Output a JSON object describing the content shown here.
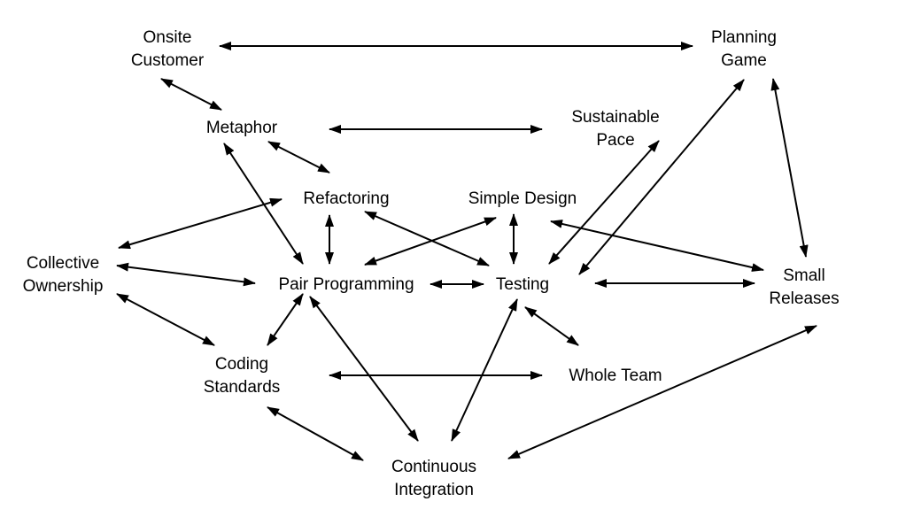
{
  "style": {
    "background": "#ffffff",
    "ink": "#000000"
  },
  "nodes": [
    {
      "id": "onsite-customer",
      "lines": [
        "Onsite",
        "Customer"
      ]
    },
    {
      "id": "planning-game",
      "lines": [
        "Planning",
        "Game"
      ]
    },
    {
      "id": "metaphor",
      "lines": [
        "Metaphor"
      ]
    },
    {
      "id": "sustainable-pace",
      "lines": [
        "Sustainable",
        "Pace"
      ]
    },
    {
      "id": "refactoring",
      "lines": [
        "Refactoring"
      ]
    },
    {
      "id": "simple-design",
      "lines": [
        "Simple Design"
      ]
    },
    {
      "id": "collective-ownership",
      "lines": [
        "Collective",
        "Ownership"
      ]
    },
    {
      "id": "pair-programming",
      "lines": [
        "Pair Programming"
      ]
    },
    {
      "id": "testing",
      "lines": [
        "Testing"
      ]
    },
    {
      "id": "small-releases",
      "lines": [
        "Small",
        "Releases"
      ]
    },
    {
      "id": "coding-standards",
      "lines": [
        "Coding",
        "Standards"
      ]
    },
    {
      "id": "whole-team",
      "lines": [
        "Whole Team"
      ]
    },
    {
      "id": "continuous-integration",
      "lines": [
        "Continuous",
        "Integration"
      ]
    }
  ],
  "edges": [
    {
      "from": "onsite-customer",
      "to": "planning-game",
      "directed": "both"
    },
    {
      "from": "onsite-customer",
      "to": "metaphor",
      "directed": "both"
    },
    {
      "from": "metaphor",
      "to": "sustainable-pace",
      "directed": "both"
    },
    {
      "from": "metaphor",
      "to": "refactoring",
      "directed": "both"
    },
    {
      "from": "metaphor",
      "to": "pair-programming",
      "directed": "both"
    },
    {
      "from": "sustainable-pace",
      "to": "testing",
      "directed": "both"
    },
    {
      "from": "planning-game",
      "to": "testing",
      "directed": "both"
    },
    {
      "from": "planning-game",
      "to": "small-releases",
      "directed": "both"
    },
    {
      "from": "refactoring",
      "to": "collective-ownership",
      "directed": "both"
    },
    {
      "from": "refactoring",
      "to": "pair-programming",
      "directed": "both"
    },
    {
      "from": "refactoring",
      "to": "testing",
      "directed": "both"
    },
    {
      "from": "simple-design",
      "to": "pair-programming",
      "directed": "both"
    },
    {
      "from": "simple-design",
      "to": "testing",
      "directed": "both"
    },
    {
      "from": "simple-design",
      "to": "small-releases",
      "directed": "both"
    },
    {
      "from": "collective-ownership",
      "to": "pair-programming",
      "directed": "both"
    },
    {
      "from": "collective-ownership",
      "to": "coding-standards",
      "directed": "both"
    },
    {
      "from": "pair-programming",
      "to": "testing",
      "directed": "both"
    },
    {
      "from": "pair-programming",
      "to": "coding-standards",
      "directed": "both"
    },
    {
      "from": "pair-programming",
      "to": "continuous-integration",
      "directed": "both"
    },
    {
      "from": "testing",
      "to": "small-releases",
      "directed": "both"
    },
    {
      "from": "testing",
      "to": "whole-team",
      "directed": "both"
    },
    {
      "from": "testing",
      "to": "continuous-integration",
      "directed": "both"
    },
    {
      "from": "coding-standards",
      "to": "whole-team",
      "directed": "both"
    },
    {
      "from": "coding-standards",
      "to": "continuous-integration",
      "directed": "both"
    },
    {
      "from": "continuous-integration",
      "to": "small-releases",
      "directed": "both"
    }
  ]
}
